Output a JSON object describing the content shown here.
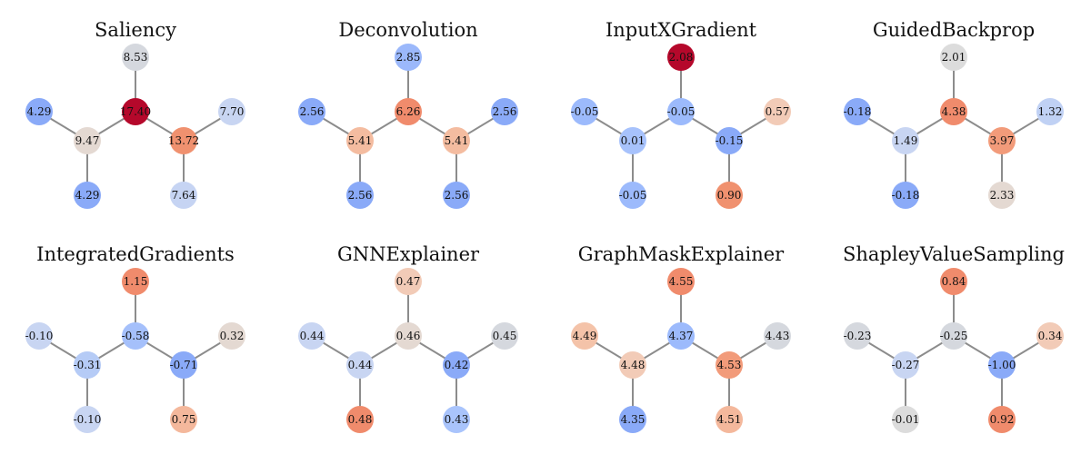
{
  "figure": {
    "panels": [
      {
        "title": "Saliency",
        "nodes": [
          {
            "label": "8.53",
            "value": 8.53,
            "color": "#d5d8de"
          },
          {
            "label": "17.40",
            "value": 17.4,
            "color": "#b5082b"
          },
          {
            "label": "4.29",
            "value": 4.29,
            "color": "#8aaaf8"
          },
          {
            "label": "9.47",
            "value": 9.47,
            "color": "#e4d9d2"
          },
          {
            "label": "13.72",
            "value": 13.72,
            "color": "#f0916f"
          },
          {
            "label": "7.70",
            "value": 7.7,
            "color": "#c8d5f2"
          },
          {
            "label": "4.29",
            "value": 4.29,
            "color": "#8aaaf8"
          },
          {
            "label": "7.64",
            "value": 7.64,
            "color": "#c6d4f3"
          }
        ]
      },
      {
        "title": "Deconvolution",
        "nodes": [
          {
            "label": "2.85",
            "value": 2.85,
            "color": "#9bb8fb"
          },
          {
            "label": "6.26",
            "value": 6.26,
            "color": "#f08b6c"
          },
          {
            "label": "2.56",
            "value": 2.56,
            "color": "#8aaaf8"
          },
          {
            "label": "5.41",
            "value": 5.41,
            "color": "#f4bca0"
          },
          {
            "label": "5.41",
            "value": 5.41,
            "color": "#f4bca0"
          },
          {
            "label": "2.56",
            "value": 2.56,
            "color": "#8aaaf8"
          },
          {
            "label": "2.56",
            "value": 2.56,
            "color": "#8aaaf8"
          },
          {
            "label": "2.56",
            "value": 2.56,
            "color": "#8aaaf8"
          }
        ]
      },
      {
        "title": "InputXGradient",
        "nodes": [
          {
            "label": "2.08",
            "value": 2.08,
            "color": "#b5082b"
          },
          {
            "label": "-0.05",
            "value": -0.05,
            "color": "#9cbafc"
          },
          {
            "label": "-0.05",
            "value": -0.05,
            "color": "#9cbafc"
          },
          {
            "label": "0.01",
            "value": 0.01,
            "color": "#a7c2fc"
          },
          {
            "label": "-0.15",
            "value": -0.15,
            "color": "#8aaaf8"
          },
          {
            "label": "0.57",
            "value": 0.57,
            "color": "#f2cbb7"
          },
          {
            "label": "-0.05",
            "value": -0.05,
            "color": "#9cbafc"
          },
          {
            "label": "0.90",
            "value": 0.9,
            "color": "#f0916f"
          }
        ]
      },
      {
        "title": "GuidedBackprop",
        "nodes": [
          {
            "label": "2.01",
            "value": 2.01,
            "color": "#dcdcdc"
          },
          {
            "label": "4.38",
            "value": 4.38,
            "color": "#f08b6c"
          },
          {
            "label": "-0.18",
            "value": -0.18,
            "color": "#8aaaf8"
          },
          {
            "label": "1.49",
            "value": 1.49,
            "color": "#c8d5f2"
          },
          {
            "label": "3.97",
            "value": 3.97,
            "color": "#f29b7a"
          },
          {
            "label": "1.32",
            "value": 1.32,
            "color": "#c0d1f4"
          },
          {
            "label": "-0.18",
            "value": -0.18,
            "color": "#8aaaf8"
          },
          {
            "label": "2.33",
            "value": 2.33,
            "color": "#e4d9d2"
          }
        ]
      },
      {
        "title": "IntegratedGradients",
        "nodes": [
          {
            "label": "1.15",
            "value": 1.15,
            "color": "#f08b6c"
          },
          {
            "label": "-0.58",
            "value": -0.58,
            "color": "#a5c0fb"
          },
          {
            "label": "-0.10",
            "value": -0.1,
            "color": "#c8d5f2"
          },
          {
            "label": "-0.31",
            "value": -0.31,
            "color": "#b5cbf6"
          },
          {
            "label": "-0.71",
            "value": -0.71,
            "color": "#8aaaf8"
          },
          {
            "label": "0.32",
            "value": 0.32,
            "color": "#e4d9d2"
          },
          {
            "label": "-0.10",
            "value": -0.1,
            "color": "#c8d5f2"
          },
          {
            "label": "0.75",
            "value": 0.75,
            "color": "#f4b89c"
          }
        ]
      },
      {
        "title": "GNNExplainer",
        "nodes": [
          {
            "label": "0.47",
            "value": 0.47,
            "color": "#f2cbb7"
          },
          {
            "label": "0.46",
            "value": 0.46,
            "color": "#e4d9d2"
          },
          {
            "label": "0.44",
            "value": 0.44,
            "color": "#c8d5f2"
          },
          {
            "label": "0.44",
            "value": 0.44,
            "color": "#c8d5f2"
          },
          {
            "label": "0.42",
            "value": 0.42,
            "color": "#8aaaf8"
          },
          {
            "label": "0.45",
            "value": 0.45,
            "color": "#d5d8de"
          },
          {
            "label": "0.48",
            "value": 0.48,
            "color": "#f08b6c"
          },
          {
            "label": "0.43",
            "value": 0.43,
            "color": "#a9c4fc"
          }
        ]
      },
      {
        "title": "GraphMaskExplainer",
        "nodes": [
          {
            "label": "4.55",
            "value": 4.55,
            "color": "#f08b6c"
          },
          {
            "label": "4.37",
            "value": 4.37,
            "color": "#9cbafc"
          },
          {
            "label": "4.49",
            "value": 4.49,
            "color": "#f4c3a9"
          },
          {
            "label": "4.48",
            "value": 4.48,
            "color": "#f2cbb7"
          },
          {
            "label": "4.53",
            "value": 4.53,
            "color": "#f29b7a"
          },
          {
            "label": "4.43",
            "value": 4.43,
            "color": "#d5d8de"
          },
          {
            "label": "4.35",
            "value": 4.35,
            "color": "#8aaaf8"
          },
          {
            "label": "4.51",
            "value": 4.51,
            "color": "#f4b89c"
          }
        ]
      },
      {
        "title": "ShapleyValueSampling",
        "nodes": [
          {
            "label": "0.84",
            "value": 0.84,
            "color": "#f08b6c"
          },
          {
            "label": "-0.25",
            "value": -0.25,
            "color": "#d5d8de"
          },
          {
            "label": "-0.23",
            "value": -0.23,
            "color": "#d5d8de"
          },
          {
            "label": "-0.27",
            "value": -0.27,
            "color": "#c8d5f2"
          },
          {
            "label": "-1.00",
            "value": -1.0,
            "color": "#8aaaf8"
          },
          {
            "label": "0.34",
            "value": 0.34,
            "color": "#f2cbb7"
          },
          {
            "label": "-0.01",
            "value": -0.01,
            "color": "#dcdcdc"
          },
          {
            "label": "0.92",
            "value": 0.92,
            "color": "#f08b6c"
          }
        ]
      }
    ]
  }
}
